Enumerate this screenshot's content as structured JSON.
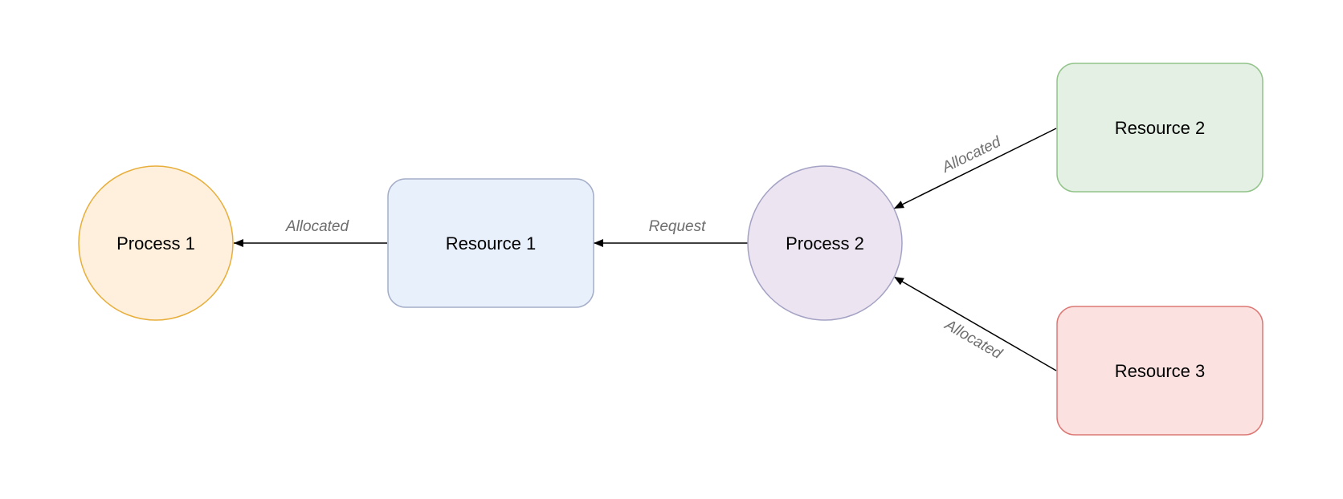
{
  "diagram": {
    "nodes": {
      "process1": {
        "label": "Process 1",
        "shape": "circle",
        "fill": "#fff0de",
        "stroke": "#e8ae3a"
      },
      "resource1": {
        "label": "Resource 1",
        "shape": "rounded-rect",
        "fill": "#e8f0fc",
        "stroke": "#a4aec8"
      },
      "process2": {
        "label": "Process 2",
        "shape": "circle",
        "fill": "#ece4f1",
        "stroke": "#a4a2c4"
      },
      "resource2": {
        "label": "Resource 2",
        "shape": "rounded-rect",
        "fill": "#e3f0e3",
        "stroke": "#92c48a"
      },
      "resource3": {
        "label": "Resource 3",
        "shape": "rounded-rect",
        "fill": "#fce1e1",
        "stroke": "#dc7874"
      }
    },
    "edges": {
      "r1_to_p1": {
        "from": "Resource 1",
        "to": "Process 1",
        "label": "Allocated"
      },
      "p2_to_r1": {
        "from": "Process 2",
        "to": "Resource 1",
        "label": "Request"
      },
      "r2_to_p2": {
        "from": "Resource 2",
        "to": "Process 2",
        "label": "Allocated"
      },
      "r3_to_p2": {
        "from": "Resource 3",
        "to": "Process 2",
        "label": "Allocated"
      }
    }
  }
}
